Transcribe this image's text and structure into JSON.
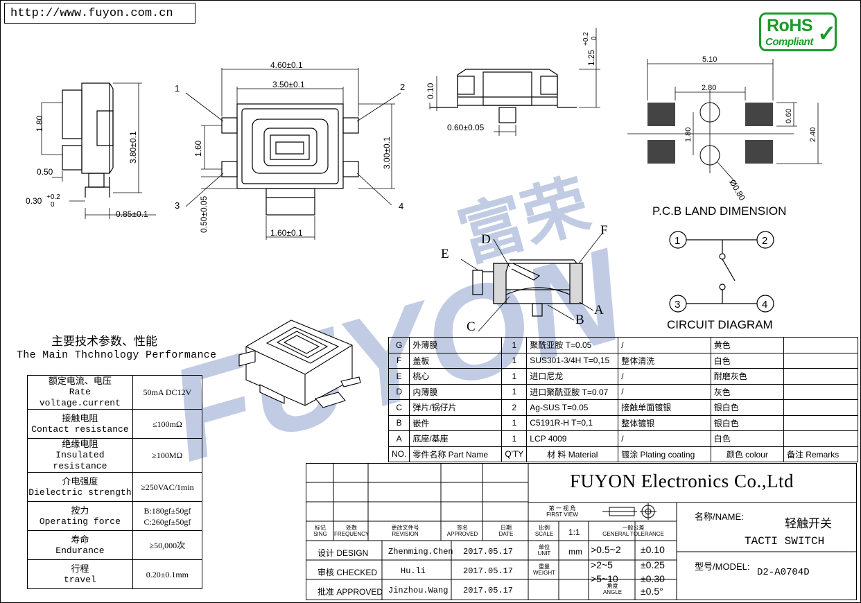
{
  "website_box": {
    "url": "http://www.fuyon.com.cn"
  },
  "rohs_badge": {
    "line1": "RoHS",
    "line2": "Compliant"
  },
  "watermark": {
    "brand_latin": "FUYON",
    "brand_cn": "富荣"
  },
  "technical_drawing": {
    "side_view_dims": [
      "1.80",
      "0.50",
      "0.30",
      "+0.2",
      "0",
      "3.80±0.1",
      "0.85±0.1"
    ],
    "top_view_dims": [
      "4.60±0.1",
      "3.50±0.1",
      "1.60",
      "3.00±0.1",
      "0.50±0.05",
      "1.60±0.1"
    ],
    "top_view_terminals": [
      "1",
      "2",
      "3",
      "4"
    ],
    "front_view_dims": [
      "0.10",
      "0.60±0.05",
      "1.25",
      "+0.2",
      "0"
    ],
    "pcb_land": {
      "dims": [
        "5.10",
        "2.80",
        "0.60",
        "1.80",
        "2.40",
        "Ø0.80"
      ],
      "title": "P.C.B LAND DIMENSION"
    },
    "section_labels": [
      "A",
      "B",
      "C",
      "D",
      "E",
      "F"
    ],
    "circuit_diagram": {
      "terminals": [
        "1",
        "2",
        "3",
        "4"
      ],
      "title": "CIRCUIT DIAGRAM"
    }
  },
  "spec_heading": {
    "cn": "主要技术参数、性能",
    "en": "The Main Thchnology Performance"
  },
  "spec_table": [
    {
      "cn": "额定电流、电压",
      "en": "Rate voltage.current",
      "value": "50mA DC12V"
    },
    {
      "cn": "接触电阻",
      "en": "Contact resistance",
      "value": "≤100mΩ"
    },
    {
      "cn": "绝缘电阻",
      "en": "Insulated resistance",
      "value": "≥100MΩ"
    },
    {
      "cn": "介电强度",
      "en": "Dielectric strength",
      "value": "≥250VAC/1min"
    },
    {
      "cn": "按力",
      "en": "Operating force",
      "value": "B:180gf±50gf",
      "value2": "C:260gf±50gf"
    },
    {
      "cn": "寿命",
      "en": "Endurance",
      "value": "≥50,000次"
    },
    {
      "cn": "行程",
      "en": "travel",
      "value": "0.20±0.1mm"
    }
  ],
  "materials_table": {
    "rows": [
      {
        "no": "G",
        "part": "外薄膜",
        "qty": "1",
        "material": "聚酰亚胺 T=0.05",
        "plating": "/",
        "colour": "黄色",
        "remarks": ""
      },
      {
        "no": "F",
        "part": "盖板",
        "qty": "1",
        "material": "SUS301-3/4H T=0,15",
        "plating": "整体清洗",
        "colour": "白色",
        "remarks": ""
      },
      {
        "no": "E",
        "part": "桃心",
        "qty": "1",
        "material": "进口尼龙",
        "plating": "/",
        "colour": "耐磨灰色",
        "remarks": ""
      },
      {
        "no": "D",
        "part": "内薄膜",
        "qty": "1",
        "material": "进口聚酰亚胺 T=0.07",
        "plating": "/",
        "colour": "灰色",
        "remarks": ""
      },
      {
        "no": "C",
        "part": "弹片/锅仔片",
        "qty": "2",
        "material": "Ag-SUS T=0.05",
        "plating": "接触单面镀银",
        "colour": "银白色",
        "remarks": ""
      },
      {
        "no": "B",
        "part": "嵌件",
        "qty": "1",
        "material": "C5191R-H T=0,1",
        "plating": "整体镀银",
        "colour": "银白色",
        "remarks": ""
      },
      {
        "no": "A",
        "part": "底座/基座",
        "qty": "1",
        "material": "LCP 4009",
        "plating": "/",
        "colour": "白色",
        "remarks": ""
      }
    ],
    "header": {
      "no": "NO.",
      "part": "零件名称 Part Name",
      "qty": "Q'TY",
      "material": "材 料 Material",
      "plating": "镀涂 Plating coating",
      "colour": "颜色 colour",
      "remarks": "备注 Remarks"
    }
  },
  "title_block": {
    "company": "FUYON Electronics Co.,Ltd",
    "first_view_cn": "第 一 视 角",
    "first_view_en": "FIRST VIEW",
    "revision_headers": [
      {
        "cn": "标记",
        "en": "SING"
      },
      {
        "cn": "处数",
        "en": "FREQUENCY"
      },
      {
        "cn": "更改文件号",
        "en": "REVISION"
      },
      {
        "cn": "签名",
        "en": "APPROVED"
      },
      {
        "cn": "日期",
        "en": "DATE"
      }
    ],
    "signatures": [
      {
        "role": "设计 DESIGN",
        "name": "Zhenming.Chen",
        "date": "2017.05.17"
      },
      {
        "role": "审核 CHECKED",
        "name": "Hu.li",
        "date": "2017.05.17"
      },
      {
        "role": "批准 APPROVED",
        "name": "Jinzhou.Wang",
        "date": "2017.05.17"
      }
    ],
    "scale": {
      "cn": "比例",
      "en": "SCALE",
      "value": "1:1"
    },
    "general_tolerance": {
      "cn": "一般公差",
      "en": "GENERAL TOLERANCE"
    },
    "unit": {
      "cn": "单位",
      "en": "UNIT",
      "value": "mm"
    },
    "weight": {
      "cn": "重量",
      "en": "WEIGHT",
      "value": ""
    },
    "angle": {
      "cn": "角度",
      "en": "ANGLE",
      "value": "±0.5°"
    },
    "tolerances": [
      {
        "range": ">0.5~2",
        "value": "±0.10"
      },
      {
        "range": ">2~5",
        "value": "±0.25"
      },
      {
        "range": ">5~10",
        "value": "±0.30"
      }
    ],
    "name_label": "名称/NAME:",
    "name_cn": "轻触开关",
    "name_en": "TACTI SWITCH",
    "model_label": "型号/MODEL:",
    "model_value": "D2-A0704D"
  }
}
